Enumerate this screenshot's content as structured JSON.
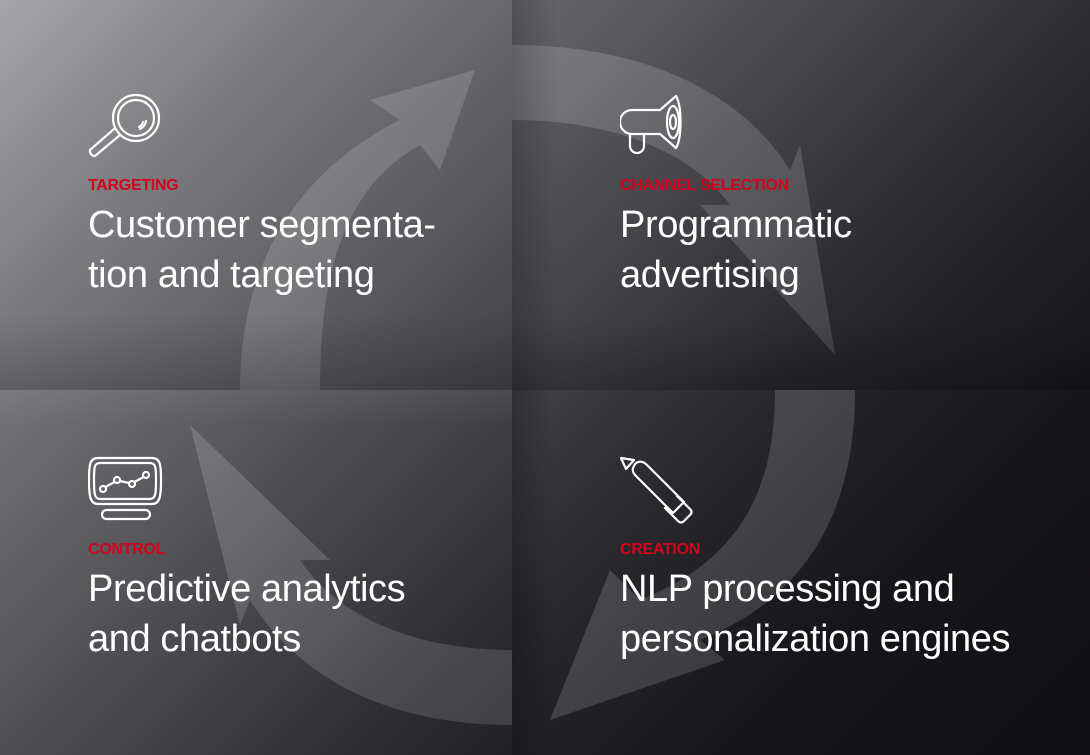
{
  "diagram": {
    "type": "four-step cycle",
    "colors": {
      "accent_red": "#d5001c",
      "text_white": "#ffffff",
      "background_light": "#a6a5a8",
      "background_dark": "#111014",
      "arrow_fill": "#6b6a70"
    },
    "quadrants": [
      {
        "position": "top-left",
        "icon": "magnifier-icon",
        "kicker": "TARGETING",
        "title_line1": "Customer segmenta-",
        "title_line2": "tion and targeting"
      },
      {
        "position": "top-right",
        "icon": "megaphone-icon",
        "kicker": "CHANNEL SELECTION",
        "title_line1": "Programmatic",
        "title_line2": "advertising"
      },
      {
        "position": "bottom-left",
        "icon": "monitor-chart-icon",
        "kicker": "CONTROL",
        "title_line1": "Predictive analytics",
        "title_line2": "and chatbots"
      },
      {
        "position": "bottom-right",
        "icon": "pencil-icon",
        "kicker": "CREATION",
        "title_line1": "NLP processing and",
        "title_line2": "personalization engines"
      }
    ]
  }
}
